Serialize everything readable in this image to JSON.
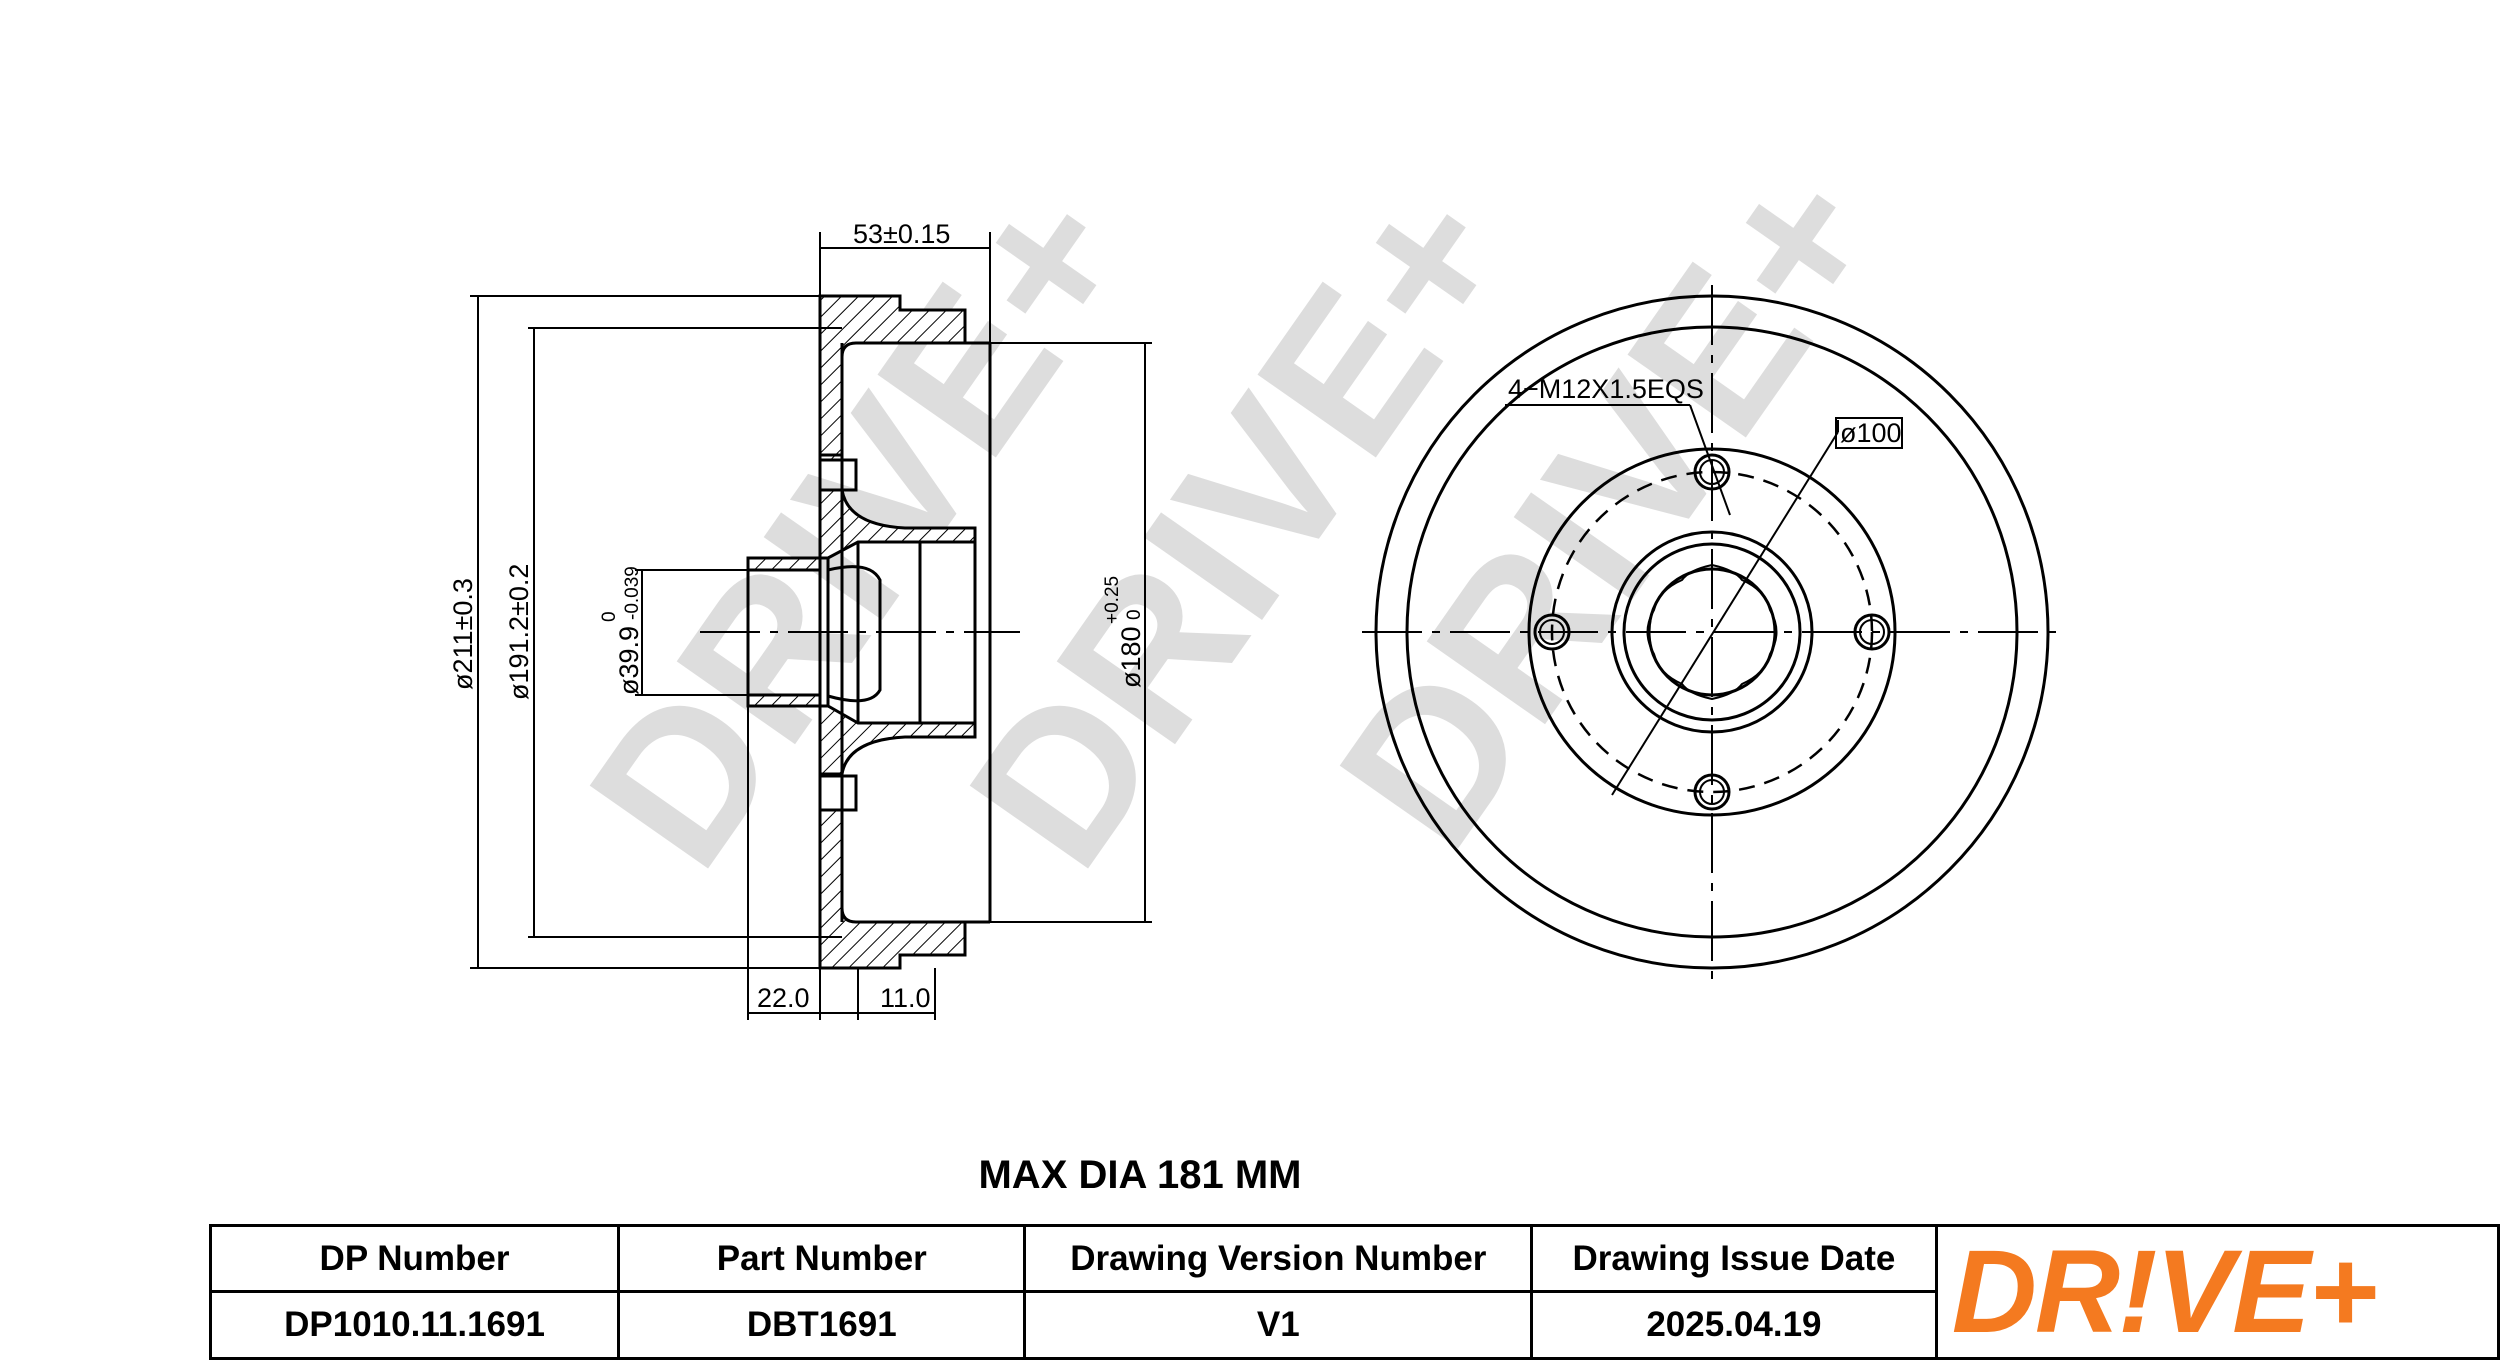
{
  "watermark_text": "DRIVE+",
  "dimensions": {
    "width_53": "53±0.15",
    "dia_211": "ø211±0.3",
    "dia_191": "ø191.2±0.2",
    "bore_main": "ø39.9",
    "bore_tol_upper": "0",
    "bore_tol_lower": "-0.039",
    "drum_main": "ø180",
    "drum_tol_upper": "+0.25",
    "drum_tol_lower": "0",
    "offset_22": "22.0",
    "offset_11": "11.0",
    "thread": "4−M12X1.5EQS",
    "pcd": "ø100"
  },
  "max_dia": "MAX DIA 181 MM",
  "table": {
    "headers": [
      "DP Number",
      "Part Number",
      "Drawing Version Number",
      "Drawing Issue Date"
    ],
    "values": [
      "DP1010.11.1691",
      "DBT1691",
      "V1",
      "2025.04.19"
    ]
  },
  "logo": {
    "text": "DR!VE+",
    "color": "#f47a20"
  }
}
